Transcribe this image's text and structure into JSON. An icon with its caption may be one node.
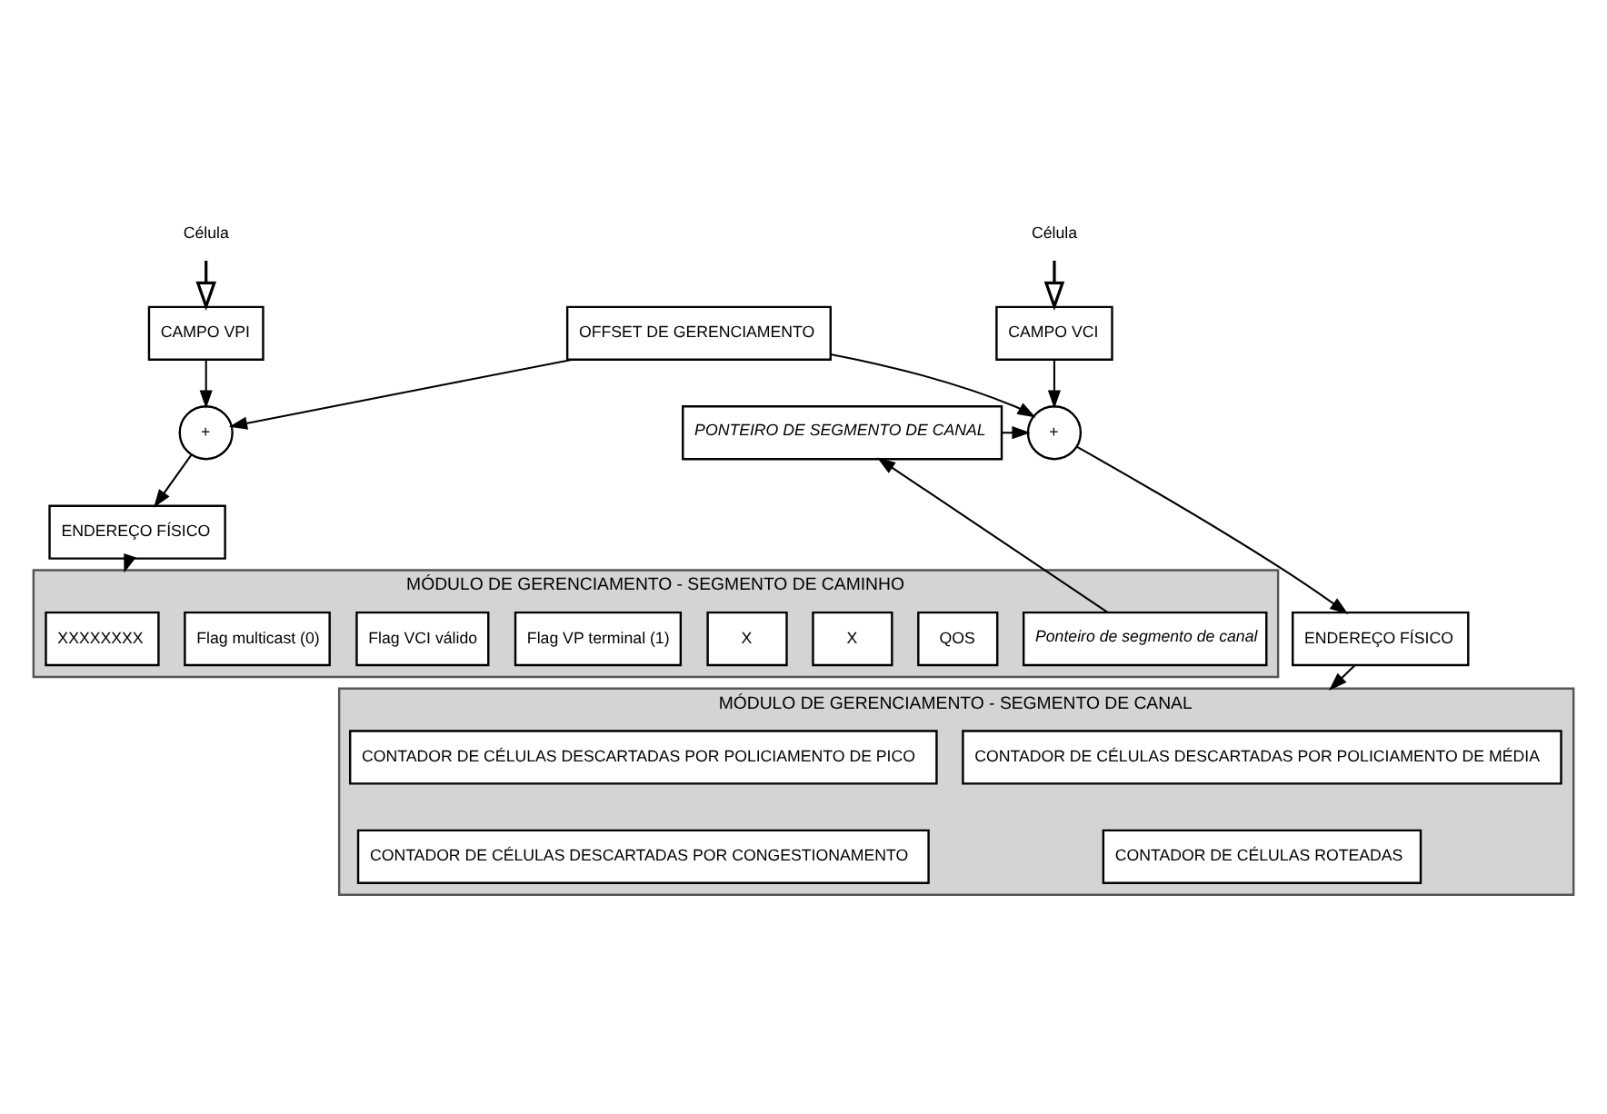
{
  "diagram": {
    "nodes": [
      {
        "text": [
          "Célula"
        ]
      },
      {
        "text": [
          "CAMPO VPI"
        ]
      },
      {
        "text": [
          "OFFSET DE GERENCIAMENTO"
        ]
      },
      {
        "text": [
          "Célula"
        ]
      },
      {
        "text": [
          "CAMPO VCI"
        ]
      },
      {
        "text": [
          "+"
        ]
      },
      {
        "text": [
          "+"
        ]
      },
      {
        "text": [
          "PONTEIRO DE SEGMENTO DE CANAL"
        ]
      },
      {
        "text": [
          "ENDEREÇO FÍSICO"
        ]
      },
      {
        "text": [
          "ENDEREÇO FÍSICO"
        ]
      },
      {
        "text": [
          "MÓDULO DE GERENCIAMENTO - SEGMENTO DE CAMINHO"
        ]
      },
      {
        "text": [
          "XXXXXXXX"
        ],
        "in": 10
      },
      {
        "text": [
          "Flag multicast (0)"
        ],
        "in": 10
      },
      {
        "text": [
          "Flag VCI válido"
        ],
        "in": 10
      },
      {
        "text": [
          "Flag VP terminal (1)"
        ],
        "in": 10
      },
      {
        "text": [
          "X"
        ],
        "in": 10
      },
      {
        "text": [
          "X"
        ],
        "in": 10
      },
      {
        "text": [
          "QOS"
        ],
        "in": 10
      },
      {
        "text": [
          "Ponteiro de segmento de canal"
        ],
        "in": 10
      },
      {
        "text": [
          "MÓDULO DE GERENCIAMENTO - SEGMENTO DE CANAL"
        ]
      },
      {
        "text": [
          "CONTADOR DE CÉLULAS DESCARTADAS POR POLICIAMENTO DE MÉDIA"
        ],
        "in": 19
      },
      {
        "text": [
          "CONTADOR DE CÉLULAS DESCARTADAS POR POLICIAMENTO DE PICO"
        ],
        "in": 19
      },
      {
        "text": [
          "CONTADOR DE CÉLULAS ROTEADAS"
        ],
        "in": 19
      },
      {
        "text": [
          "CONTADOR DE CÉLULAS DESCARTADAS POR CONGESTIONAMENTO"
        ],
        "in": 19
      }
    ],
    "edges": [
      {
        "from": 0,
        "to": 1,
        "arrow": "to"
      },
      {
        "from": 3,
        "to": 4,
        "arrow": "to"
      },
      {
        "from": 1,
        "to": 5,
        "arrow": "to"
      },
      {
        "from": 2,
        "to": 5,
        "arrow": "to"
      },
      {
        "from": 2,
        "to": 6,
        "arrow": "to"
      },
      {
        "from": 4,
        "to": 6,
        "arrow": "to"
      },
      {
        "from": 7,
        "to": 6,
        "arrow": "to"
      },
      {
        "from": 18,
        "to": 7,
        "arrow": "to"
      },
      {
        "from": 5,
        "to": 8,
        "arrow": "to"
      },
      {
        "from": 6,
        "to": 9,
        "arrow": "to"
      },
      {
        "from": 8,
        "to": 10,
        "arrow": "to"
      },
      {
        "from": 9,
        "to": 19,
        "arrow": "to"
      }
    ]
  }
}
